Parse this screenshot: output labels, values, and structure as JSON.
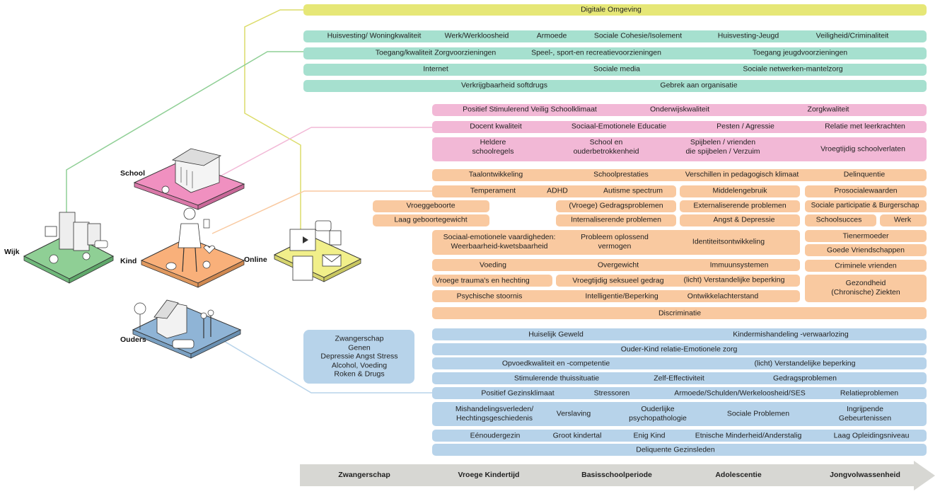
{
  "colors": {
    "digital": "#e6e777",
    "environment": "#a6e0cf",
    "school": "#f2b8d6",
    "child": "#f9c9a0",
    "parents": "#b7d3ea",
    "timeline": "#d7d7d3"
  },
  "side_labels": {
    "wijk": "Wijk",
    "school": "School",
    "kind": "Kind",
    "online": "Online",
    "ouders": "Ouders"
  },
  "digital": {
    "d1": "Digitale Omgeving"
  },
  "env": {
    "r1": [
      "Huisvesting/ Woningkwaliteit",
      "Werk/Werkloosheid",
      "Armoede",
      "Sociale Cohesie/Isolement",
      "Huisvesting-Jeugd",
      "Veiligheid/Criminaliteit"
    ],
    "r2": [
      "Toegang/kwaliteit Zorgvoorzieningen",
      "Speel-, sport-en recreatievoorzieningen",
      "Toegang jeugdvoorzieningen"
    ],
    "r3": [
      "Internet",
      "Sociale media",
      "Sociale netwerken-mantelzorg"
    ],
    "r4": [
      "Verkrijgbaarheid softdrugs",
      "Gebrek aan organisatie"
    ]
  },
  "school": {
    "r1": [
      "Positief Stimulerend Veilig Schoolklimaat",
      "Onderwijskwaliteit",
      "Zorgkwaliteit"
    ],
    "r2": [
      "Docent kwaliteit",
      "Sociaal-Emotionele Educatie",
      "Pesten / Agressie",
      "Relatie met leerkrachten"
    ],
    "r3": [
      "Heldere\nschoolregels",
      "School en\nouderbetrokkenheid",
      "Spijbelen / vrienden\ndie spijbelen / Verzuim",
      "Vroegtijdig schoolverlaten"
    ]
  },
  "child": {
    "r1": [
      "Taalontwikkeling",
      "Schoolprestaties",
      "Verschillen in pedagogisch klimaat",
      "Delinquentie"
    ],
    "r2": [
      "Temperament",
      "ADHD",
      "Autisme spectrum",
      "Middelengebruik",
      "Prosocialewaarden"
    ],
    "r3": [
      "Vroeggeboorte",
      "(Vroege) Gedragsproblemen",
      "Externaliserende problemen",
      "Sociale participatie & Burgerschap"
    ],
    "r4": [
      "Laag geboortegewicht",
      "Internaliserende problemen",
      "Angst & Depressie",
      "Schoolsucces",
      "Werk"
    ],
    "r5": [
      "Sociaal-emotionele vaardigheden:\nWeerbaarheid-kwetsbaarheid",
      "Probleem oplossend\nvermogen",
      "Identiteitsontwikkeling",
      "Tienermoeder",
      "Goede Vriendschappen"
    ],
    "r6": [
      "Voeding",
      "Overgewicht",
      "Immuunsystemen",
      "Criminele vrienden"
    ],
    "r7": [
      "Vroege trauma's en hechting",
      "Vroegtijdig seksueel gedrag",
      "(licht) Verstandelijke beperking",
      "Gezondheid\n(Chronische) Ziekten"
    ],
    "r8": [
      "Psychische stoornis",
      "Intelligentie/Beperking",
      "Ontwikkelachterstand"
    ],
    "r9": [
      "Discriminatie"
    ]
  },
  "prenatal": {
    "box": "Zwangerschap\nGenen\nDepressie Angst Stress\nAlcohol, Voeding\nRoken & Drugs"
  },
  "parents": {
    "r1": [
      "Huiselijk Geweld",
      "Kindermishandeling -verwaarlozing"
    ],
    "r2": [
      "Ouder-Kind relatie-Emotionele zorg"
    ],
    "r3": [
      "Opvoedkwaliteit en -competentie",
      "(licht) Verstandelijke beperking"
    ],
    "r4": [
      "Stimulerende thuissituatie",
      "Zelf-Effectiviteit",
      "Gedragsproblemen"
    ],
    "r5": [
      "Positief Gezinsklimaat",
      "Stressoren",
      "Armoede/Schulden/Werkeloosheid/SES",
      "Relatieproblemen"
    ],
    "r6": [
      "Mishandelingsverleden/\nHechtingsgeschiedenis",
      "Verslaving",
      "Ouderlijke\npsychopathologie",
      "Sociale Problemen",
      "Ingrijpende\nGebeurtenissen"
    ],
    "r7": [
      "Eénoudergezin",
      "Groot kindertal",
      "Enig Kind",
      "Etnische Minderheid/Anderstalig",
      "Laag Opleidingsniveau"
    ],
    "r8": [
      "Deliquente Gezinsleden"
    ]
  },
  "timeline": [
    "Zwangerschap",
    "Vroege Kindertijd",
    "Basisschoolperiode",
    "Adolescentie",
    "Jongvolwassenheid"
  ]
}
